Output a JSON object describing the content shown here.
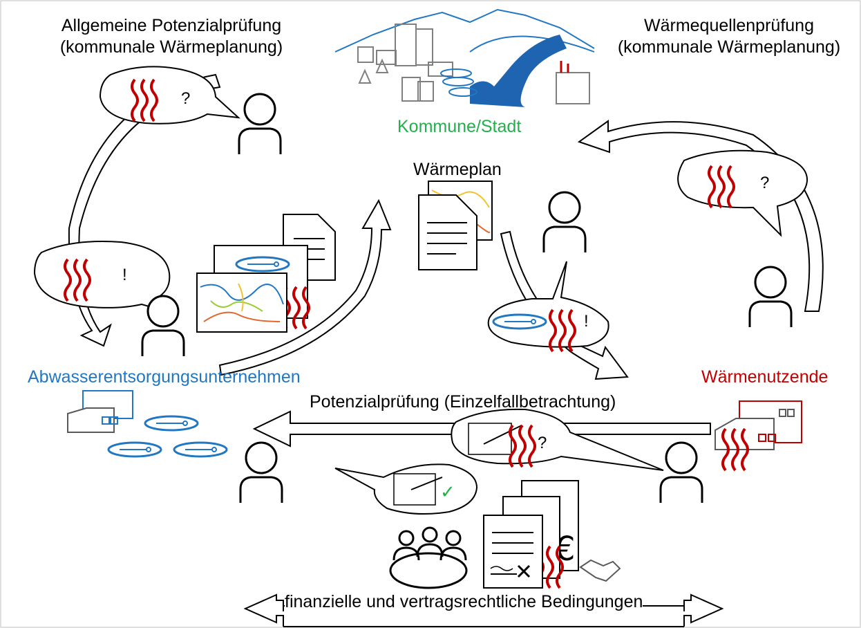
{
  "labels": {
    "general_check_line1": "Allgemeine Potenzialprüfung",
    "general_check_line2": "(kommunale Wärmeplanung)",
    "source_check_line1": "Wärmequellenprüfung",
    "source_check_line2": "(kommunale Wärmeplanung)",
    "municipality": "Kommune/Stadt",
    "heat_plan": "Wärmeplan",
    "wastewater_company": "Abwasserentsorgungsunternehmen",
    "heat_users": "Wärmenutzende",
    "individual_check": "Potenzialprüfung (Einzelfallbetrachtung)",
    "financial_conditions": "finanzielle und vertragsrechtliche Bedingungen"
  },
  "bubbles": {
    "top_left": "?",
    "mid_left": "!",
    "top_right": "?",
    "center": "!",
    "bottom_right": "?",
    "bottom_left": "✓"
  },
  "symbols": {
    "euro": "€"
  },
  "colors": {
    "wastewater_blue": "#2177c2",
    "heat_red": "#c00000",
    "municipality_green": "#22b04b"
  }
}
